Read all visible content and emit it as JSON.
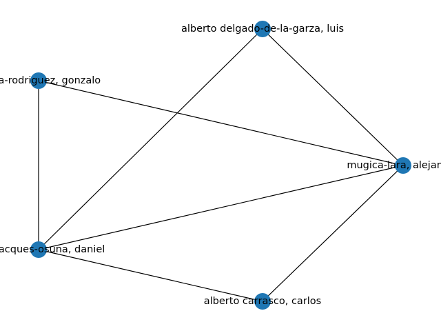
{
  "graph": {
    "node_color": "#1f77b4",
    "edge_color": "#000000",
    "nodes": [
      {
        "id": "n1",
        "label": "alberto delgado-de-la-garza, luis"
      },
      {
        "id": "n2",
        "label": "garza-rodriguez, gonzalo"
      },
      {
        "id": "n3",
        "label": "mugica-lara, alejandro"
      },
      {
        "id": "n4",
        "label": "villa jacques-osuna, daniel"
      },
      {
        "id": "n5",
        "label": "alberto carrasco, carlos"
      }
    ],
    "edges": [
      {
        "source": "n1",
        "target": "n3"
      },
      {
        "source": "n1",
        "target": "n4"
      },
      {
        "source": "n2",
        "target": "n3"
      },
      {
        "source": "n2",
        "target": "n4"
      },
      {
        "source": "n4",
        "target": "n3"
      },
      {
        "source": "n4",
        "target": "n5"
      },
      {
        "source": "n5",
        "target": "n3"
      }
    ]
  }
}
